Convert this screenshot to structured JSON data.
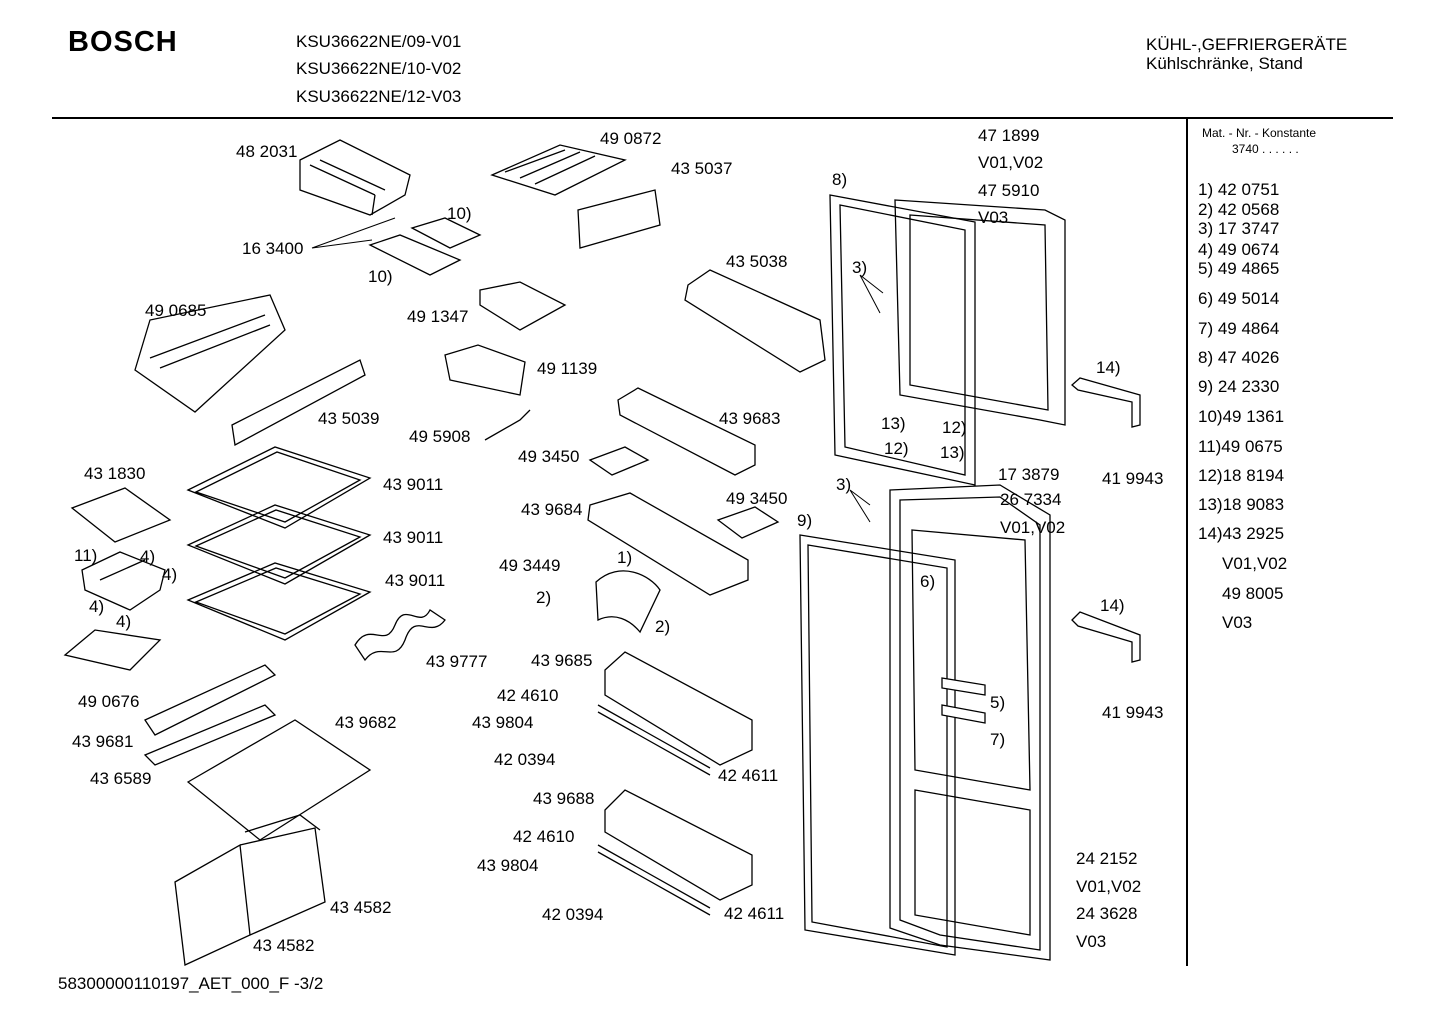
{
  "header": {
    "brand": "BOSCH",
    "models": [
      "KSU36622NE/09-V01",
      "KSU36622NE/10-V02",
      "KSU36622NE/12-V03"
    ],
    "category": "KÜHL-,GEFRIERGERÄTE",
    "subcategory": "Kühlschränke, Stand"
  },
  "sidebar": {
    "heading": "Mat. - Nr. - Konstante",
    "constant": "3740  .  .    .  .  .  .",
    "items": [
      "1)  42 0751",
      "2)  42 0568",
      "3)  17 3747",
      "4)  49 0674",
      "5)  49 4865",
      "6)  49 5014",
      "7)  49 4864",
      "8)  47 4026",
      "9)  24 2330",
      "10)49 1361",
      "11)49 0675",
      "12)18 8194",
      "13)18 9083",
      "14)43 2925",
      "V01,V02",
      "49 8005",
      "V03"
    ]
  },
  "callouts": [
    "48 2031",
    "49 0872",
    "43 5037",
    "10)",
    "16 3400",
    "10)",
    "43 5038",
    "49 0685",
    "49 1347",
    "49 1139",
    "43 5039",
    "49 5908",
    "43 9683",
    "49 3450",
    "43 1830",
    "43 9011",
    "43 9684",
    "49 3450",
    "43 9011",
    "11)",
    "4)",
    "4)",
    "43 9011",
    "49 3449",
    "1)",
    "4)",
    "4)",
    "2)",
    "2)",
    "43 9777",
    "43 9685",
    "49 0676",
    "42 4610",
    "43 9682",
    "43 9804",
    "43 9681",
    "42 0394",
    "42 4611",
    "43 6589",
    "43 9688",
    "42 4610",
    "43 9804",
    "43 4582",
    "42 0394",
    "42 4611",
    "43 4582",
    "47 1899",
    "V01,V02",
    "47 5910",
    "V03",
    "8)",
    "3)",
    "14)",
    "13)",
    "12)",
    "12)",
    "13)",
    "41 9943",
    "17 3879",
    "26 7334",
    "V01,V02",
    "3)",
    "9)",
    "6)",
    "14)",
    "5)",
    "41 9943",
    "7)",
    "24 2152",
    "V01,V02",
    "24 3628",
    "V03"
  ],
  "footer": "58300000110197_AET_000_F -3/2"
}
